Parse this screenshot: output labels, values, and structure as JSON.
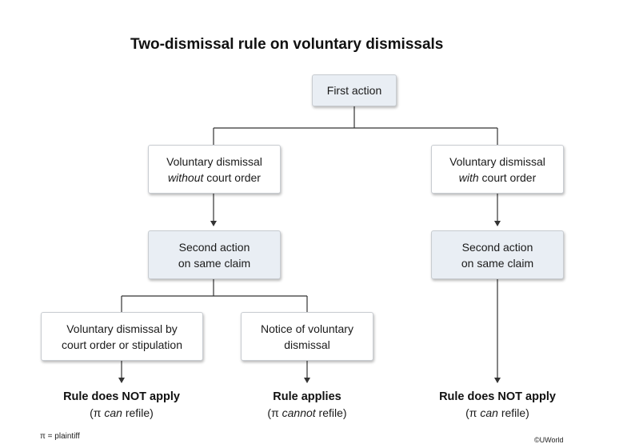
{
  "title": "Two-dismissal rule on voluntary dismissals",
  "nodes": {
    "first_action": "First action",
    "left_dismissal": {
      "line1": "Voluntary dismissal",
      "line2_italic": "without",
      "line2_rest": " court order"
    },
    "right_dismissal": {
      "line1": "Voluntary dismissal",
      "line2_italic": "with",
      "line2_rest": " court order"
    },
    "left_second": {
      "line1": "Second action",
      "line2": "on same claim"
    },
    "right_second": {
      "line1": "Second action",
      "line2": "on same claim"
    },
    "court_order_stipulation": {
      "line1": "Voluntary dismissal by",
      "line2": "court order or stipulation"
    },
    "notice_of_dismissal": {
      "line1": "Notice of voluntary",
      "line2": "dismissal"
    }
  },
  "results": {
    "left": {
      "head": "Rule does NOT apply",
      "pre": "(π ",
      "italic": "can",
      "post": " refile)"
    },
    "middle": {
      "head": "Rule applies",
      "pre": "(π ",
      "italic": "cannot",
      "post": " refile)"
    },
    "right": {
      "head": "Rule does NOT apply",
      "pre": "(π ",
      "italic": "can",
      "post": " refile)"
    }
  },
  "footnote": "π = plaintiff",
  "copyright": "©UWorld",
  "colors": {
    "shaded_box": "#e9eef4",
    "line": "#333333"
  }
}
